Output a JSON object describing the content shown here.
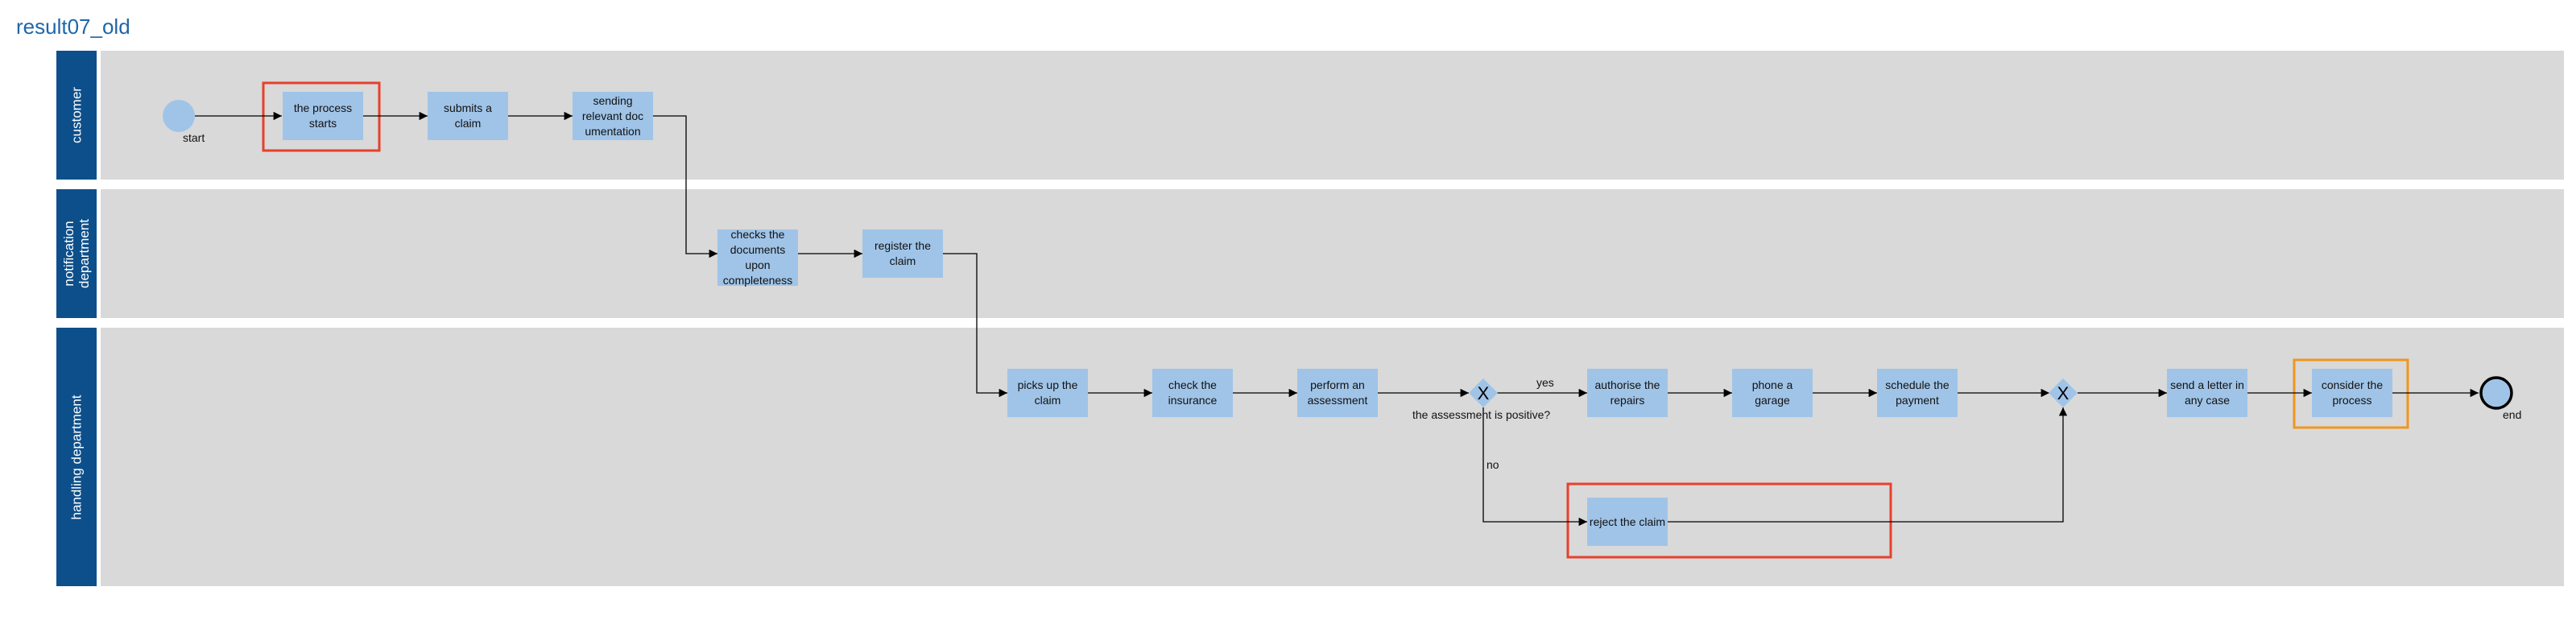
{
  "title": "result07_old",
  "lanes": [
    {
      "label": "customer"
    },
    {
      "label": "notification department"
    },
    {
      "label": "handling department"
    }
  ],
  "tasks": {
    "process_starts": "the process starts",
    "submits_claim": "submits a claim",
    "sending_docs": "sending relevant doc umentation",
    "checks_docs": "checks the documents upon completeness",
    "register_claim": "register the claim",
    "picks_up": "picks up the claim",
    "check_insurance": "check the insurance",
    "perform_assessment": "perform an assessment",
    "authorise_repairs": "authorise the repairs",
    "phone_garage": "phone a garage",
    "schedule_payment": "schedule the payment",
    "send_letter": "send a letter in any case",
    "consider_process": "consider the process",
    "reject_claim": "reject the claim"
  },
  "events": {
    "start": "start",
    "end": "end"
  },
  "gateways": {
    "decision_symbol": "X",
    "decision_label": "the assessment is positive?",
    "merge_symbol": "X",
    "yes_label": "yes",
    "no_label": "no"
  },
  "colors": {
    "lane_header": "#0d4f8b",
    "lane_body": "#d9d9d9",
    "task_fill": "#a0c4e8",
    "highlight_red": "#e8402b",
    "highlight_orange": "#f0961e"
  }
}
